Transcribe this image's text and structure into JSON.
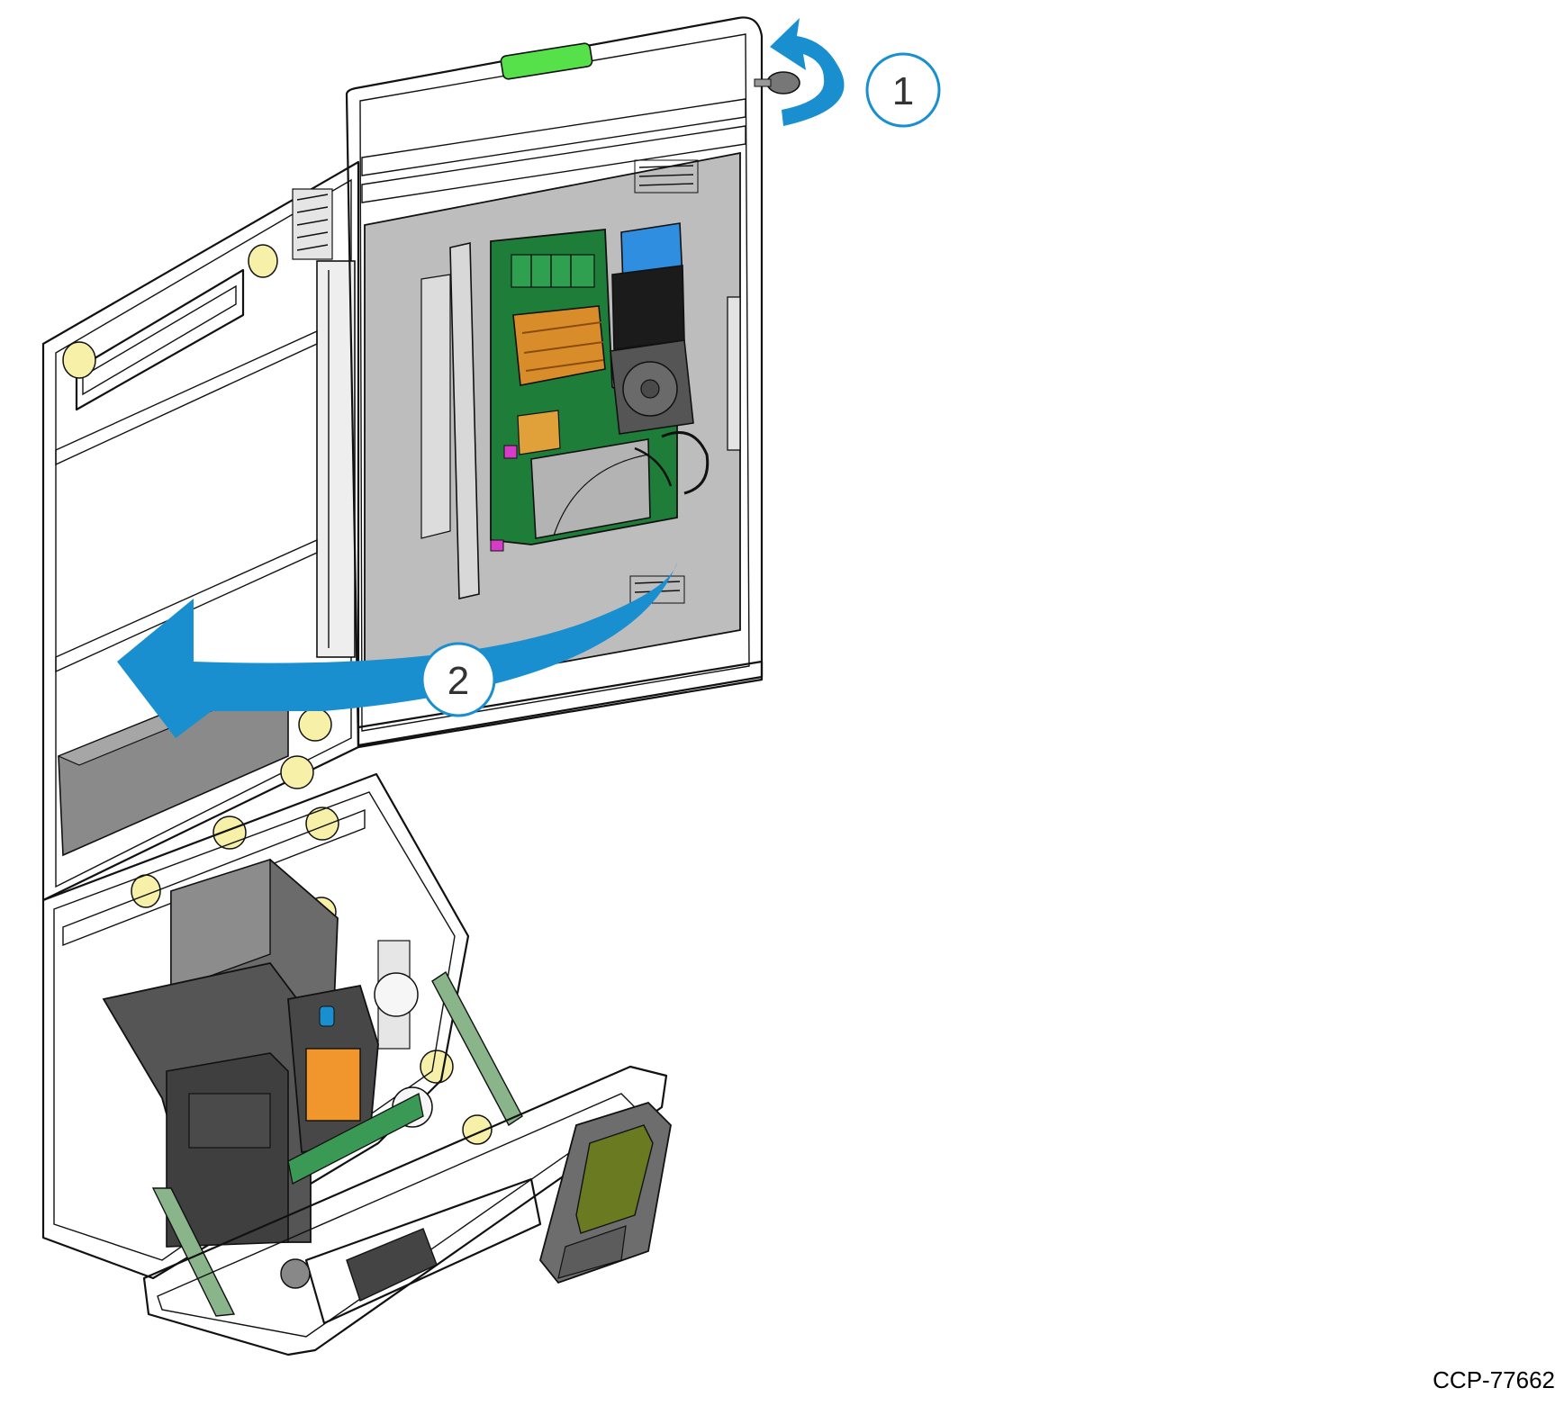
{
  "callouts": [
    {
      "label": "1",
      "step": "turn-key"
    },
    {
      "label": "2",
      "step": "swing-door-open"
    }
  ],
  "figure_id": "CCP-77662",
  "colors": {
    "arrow": "#1a8fd0",
    "callout_ring": "#1a8fd0",
    "pcb_green": "#1f7d3a",
    "heatsink_copper": "#d98c2a",
    "panel_gray": "#bdbdbd",
    "indicator_green": "#56e04a",
    "card_reader_orange": "#f0962d",
    "blue_module": "#2f8ee0",
    "cushion_yellow": "#f6f0a8"
  },
  "icons": [
    "key-icon",
    "rotate-arrow-icon",
    "curved-arrow-icon"
  ]
}
